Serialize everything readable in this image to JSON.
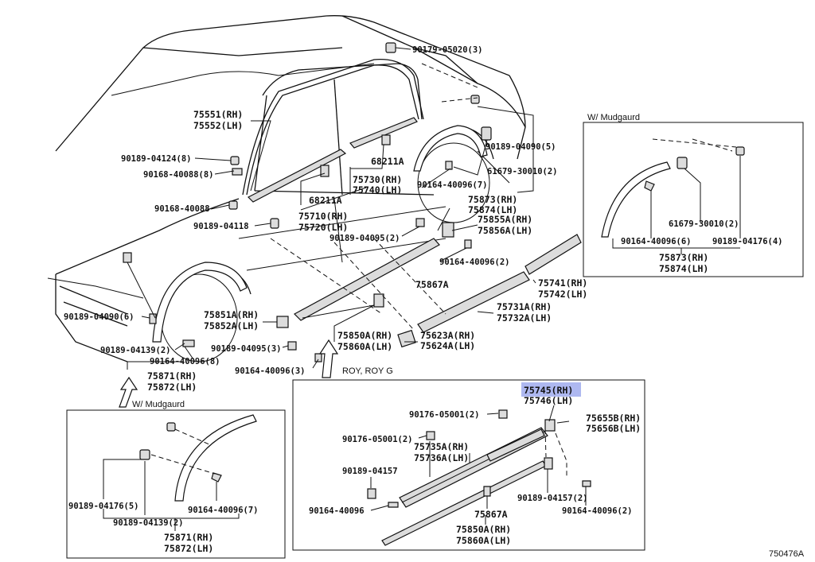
{
  "diagram_id": "750476A",
  "captions": {
    "mudguard_right": "W/ Mudgaurd",
    "mudguard_left": "W/ Mudgaurd",
    "roy": "ROY, ROY G"
  },
  "labels": {
    "p90179_05020": "90179-05020(3)",
    "p75551": "75551(RH)",
    "p75552": "75552(LH)",
    "p90189_04124": "90189-04124(8)",
    "p90168_40088_8": "90168-40088(8)",
    "p68211a_top": "68211A",
    "p68211a_mid": "68211A",
    "p90168_40088": "90168-40088",
    "p90189_04118": "90189-04118",
    "p75730": "75730(RH)",
    "p75740": "75740(LH)",
    "p75710": "75710(RH)",
    "p75720": "75720(LH)",
    "p90164_40096_7": "90164-40096(7)",
    "p90189_04090_5": "90189-04090(5)",
    "p61679_30010_2": "61679-30010(2)",
    "p75873": "75873(RH)",
    "p75874": "75874(LH)",
    "p75855a": "75855A(RH)",
    "p75856a": "75856A(LH)",
    "p90189_04095_2": "90189-04095(2)",
    "p90164_40096_2": "90164-40096(2)",
    "p75867a": "75867A",
    "p75741": "75741(RH)",
    "p75742": "75742(LH)",
    "p75731a": "75731A(RH)",
    "p75732a": "75732A(LH)",
    "p90189_04090_6": "90189-04090(6)",
    "p75851a": "75851A(RH)",
    "p75852a": "75852A(LH)",
    "p90189_04139_2": "90189-04139(2)",
    "p90189_04095_3": "90189-04095(3)",
    "p90164_40096_8": "90164-40096(8)",
    "p75850a": "75850A(RH)",
    "p75860a": "75860A(LH)",
    "p75623a": "75623A(RH)",
    "p75624a": "75624A(LH)",
    "p90164_40096_3": "90164-40096(3)",
    "p75871": "75871(RH)",
    "p75872": "75872(LH)",
    "mr_61679": "61679-30010(2)",
    "mr_90164": "90164-40096(6)",
    "mr_90189": "90189-04176(4)",
    "mr_75873": "75873(RH)",
    "mr_75874": "75874(LH)",
    "ml_90189_04176": "90189-04176(5)",
    "ml_90164_40096": "90164-40096(7)",
    "ml_90189_04139": "90189-04139(2)",
    "ml_75871": "75871(RH)",
    "ml_75872": "75872(LH)",
    "b_75745": "75745(RH)",
    "b_75746": "75746(LH)",
    "b_90176_05001_a": "90176-05001(2)",
    "b_90176_05001_b": "90176-05001(2)",
    "b_75655b": "75655B(RH)",
    "b_75656b": "75656B(LH)",
    "b_75735a": "75735A(RH)",
    "b_75736a": "75736A(LH)",
    "b_90189_04157": "90189-04157",
    "b_90189_04157_2": "90189-04157(2)",
    "b_90164_40096": "90164-40096",
    "b_75867a": "75867A",
    "b_90164_40096_2": "90164-40096(2)",
    "b_75850a": "75850A(RH)",
    "b_75860a": "75860A(LH)"
  },
  "highlight_color": "#aeb8f0"
}
